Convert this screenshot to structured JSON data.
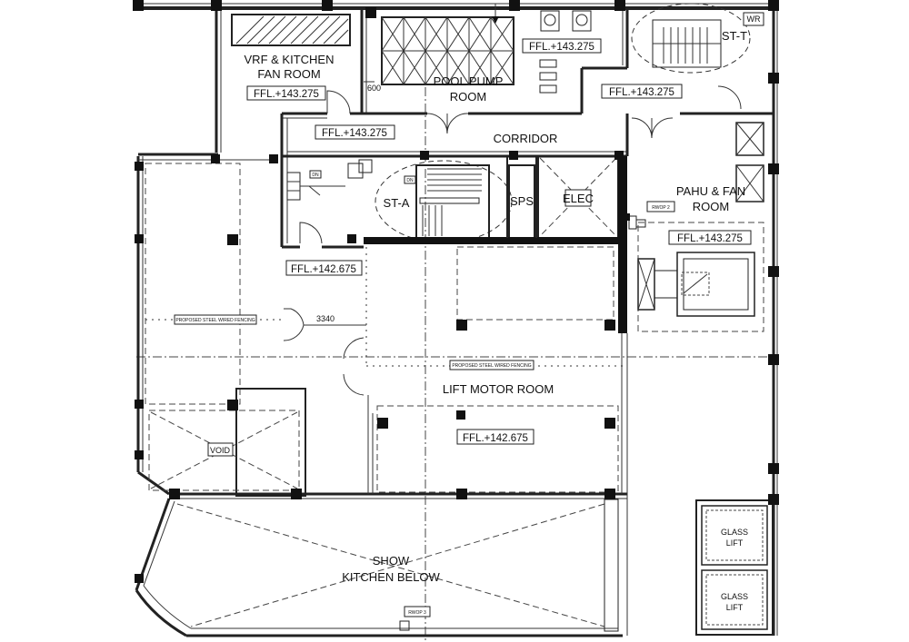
{
  "rooms": {
    "vrf_line1": "VRF & KITCHEN",
    "vrf_line2": "FAN ROOM",
    "pool_line1": "POOL PUMP",
    "pool_line2": "ROOM",
    "corridor": "CORRIDOR",
    "pahu_line1": "PAHU & FAN",
    "pahu_line2": "ROOM",
    "lift_motor": "LIFT MOTOR ROOM",
    "show_line1": "SHOW",
    "show_line2": "KITCHEN BELOW",
    "glass_lift_line1": "GLASS",
    "glass_lift_line2": "LIFT"
  },
  "tags": {
    "st_a": "ST-A",
    "st_t": "ST-T",
    "sps": "SPS",
    "elec": "ELEC",
    "void": "VOID",
    "wr": "WR",
    "rwop2": "RWOP 2",
    "rwop3": "RWOP 3",
    "dim_3340": "3340",
    "dim_600": "600",
    "fencing": "PROPOSED STEEL WIRED FENCING",
    "dn": "DN"
  },
  "levels": {
    "ffl_143": "FFL.+143.275",
    "ffl_142": "FFL.+142.675"
  }
}
